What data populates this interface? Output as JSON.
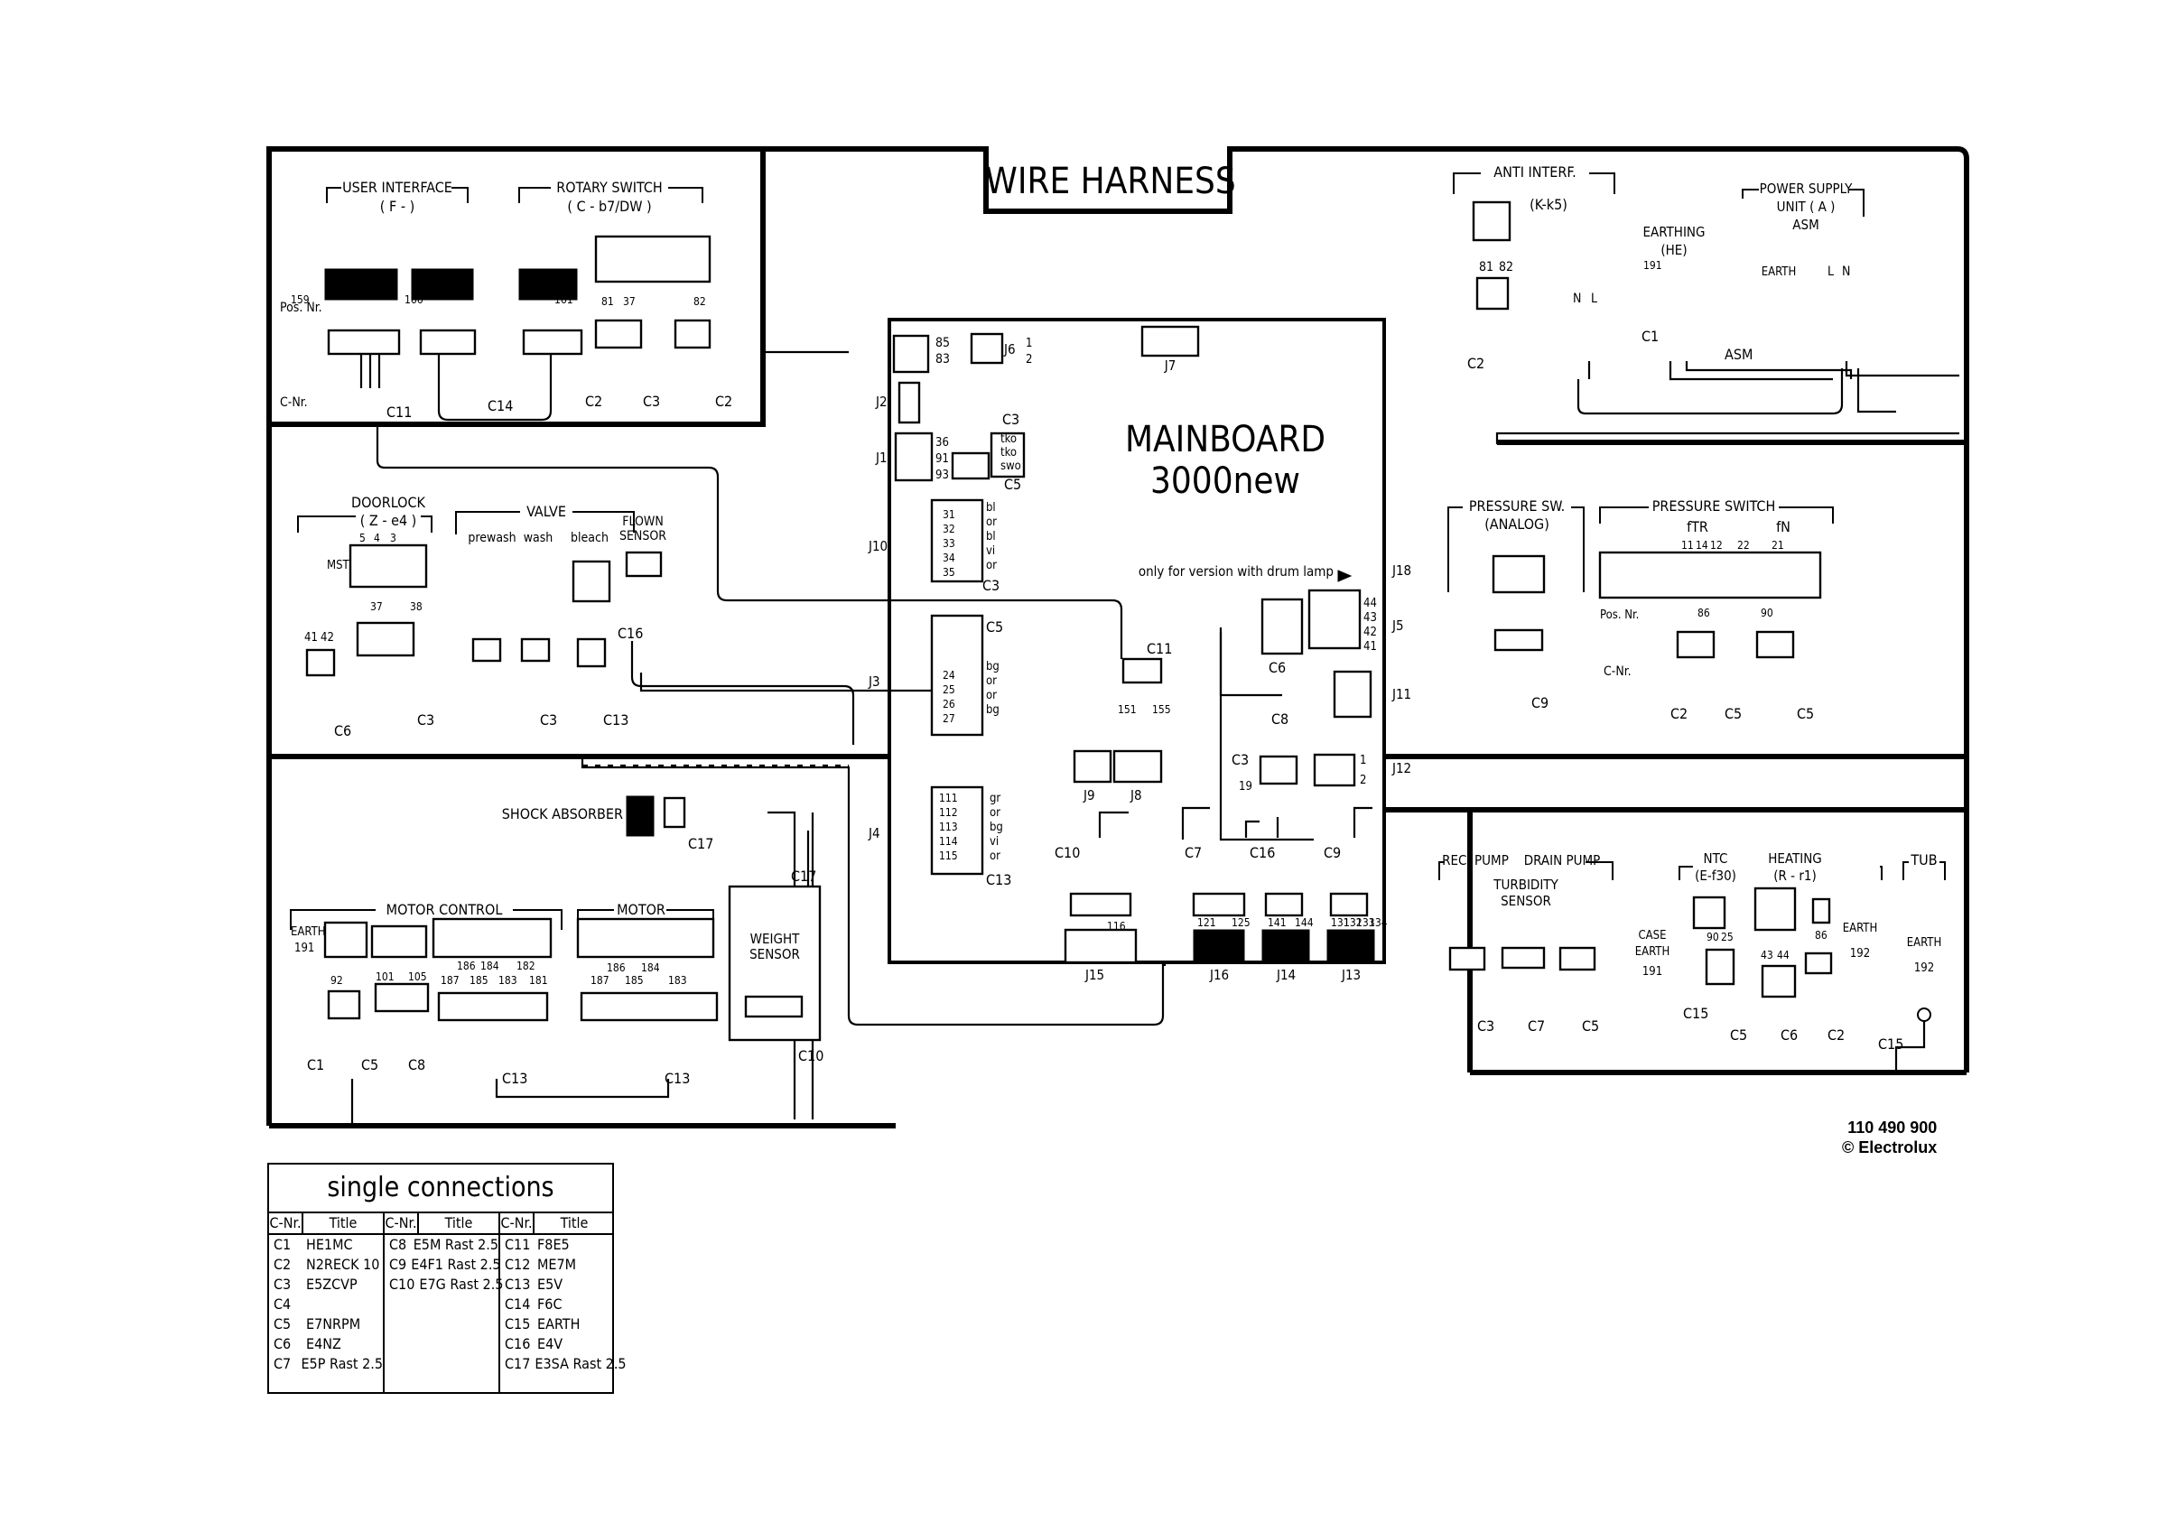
{
  "title": "WIRE HARNESS",
  "mainboard": {
    "name": "MAINBOARD",
    "version": "3000new",
    "drum_lamp_note": "only for version with drum lamp"
  },
  "drawing_number": "110 490 900",
  "copyright": "© Electrolux",
  "blocks": {
    "user_interface": {
      "title": "USER INTERFACE",
      "sub": "( F - )"
    },
    "rotary_switch": {
      "title": "ROTARY SWITCH",
      "sub": "( C - b7/DW )"
    },
    "anti_interf": {
      "title": "ANTI INTERF.",
      "sub": "(K-k5)"
    },
    "earthing": {
      "title": "EARTHING",
      "sub": "(HE)"
    },
    "power_supply": {
      "title": "POWER SUPPLY",
      "sub1": "UNIT ( A )",
      "sub2": "ASM"
    },
    "doorlock": {
      "title": "DOORLOCK",
      "sub": "( Z - e4 )"
    },
    "valve": {
      "title": "VALVE",
      "items": [
        "prewash",
        "wash",
        "bleach"
      ]
    },
    "flown_sensor": {
      "title": "FLOWN",
      "sub": "SENSOR"
    },
    "pressure_sw": {
      "title": "PRESSURE SW.",
      "sub": "(ANALOG)"
    },
    "pressure_switch": {
      "title": "PRESSURE SWITCH",
      "ftr": "fTR",
      "fn": "fN"
    },
    "shock_absorber": {
      "title": "SHOCK ABSORBER"
    },
    "motor_control": {
      "title": "MOTOR CONTROL"
    },
    "motor": {
      "title": "MOTOR"
    },
    "weight_sensor": {
      "title": "WEIGHT",
      "sub": "SENSOR"
    },
    "rec_pump": {
      "title": "REC. PUMP",
      "drain": "DRAIN PUMP",
      "turb1": "TURBIDITY",
      "turb2": "SENSOR"
    },
    "ntc": {
      "title": "NTC",
      "sub": "(E-f30)"
    },
    "heating": {
      "title": "HEATING",
      "sub": "(R - r1)"
    },
    "tub": {
      "title": "TUB"
    }
  },
  "labels": {
    "pos_nr": "Pos. Nr.",
    "c_nr": "C-Nr.",
    "mst": "MST",
    "earth": "EARTH",
    "case": "CASE",
    "asm": "ASM",
    "n": "N",
    "l": "L",
    "c1": "C1",
    "c2": "C2",
    "c3": "C3",
    "c5": "C5",
    "c6": "C6",
    "c7": "C7",
    "c8": "C8",
    "c9": "C9",
    "c10": "C10",
    "c11": "C11",
    "c13": "C13",
    "c14": "C14",
    "c15": "C15",
    "c16": "C16",
    "c17": "C17",
    "j1": "J1",
    "j2": "J2",
    "j3": "J3",
    "j4": "J4",
    "j5": "J5",
    "j6": "J6",
    "j7": "J7",
    "j8": "J8",
    "j9": "J9",
    "j10": "J10",
    "j11": "J11",
    "j12": "J12",
    "j13": "J13",
    "j14": "J14",
    "j15": "J15",
    "j16": "J16",
    "j18": "J18",
    "tko1": "tko",
    "tko2": "tko",
    "swo": "swo",
    "w_bl": "bl",
    "w_or": "or",
    "w_vi": "vi",
    "w_bg": "bg",
    "w_gr": "gr",
    "p1": "1",
    "p2": "2",
    "p19": "19",
    "n85": "85",
    "n83": "83",
    "n36": "36",
    "n91": "91",
    "n93": "93",
    "n31": "31",
    "n32": "32",
    "n33": "33",
    "n34": "34",
    "n35": "35",
    "n24": "24",
    "n25": "25",
    "n26": "26",
    "n27": "27",
    "n111": "111",
    "n112": "112",
    "n113": "113",
    "n114": "114",
    "n115": "115",
    "n44": "44",
    "n43": "43",
    "n42": "42",
    "n41": "41",
    "n151": "151",
    "n155": "155",
    "n116": "116",
    "n121": "121",
    "n125": "125",
    "n141": "141",
    "n144": "144",
    "n131": "131",
    "n132": "132",
    "n133": "133",
    "n134": "134",
    "n181": "181",
    "n182": "182",
    "n183": "183",
    "n184": "184",
    "n185": "185",
    "n186": "186",
    "n187": "187",
    "n191": "191",
    "n192": "192",
    "n92": "92",
    "n101": "101",
    "n105": "105",
    "n81": "81",
    "n82": "82",
    "n37": "37",
    "n5": "5",
    "n4": "4",
    "n3": "3",
    "n38": "38",
    "n11": "11",
    "n14": "14",
    "n12": "12",
    "n22": "22",
    "n21": "21",
    "n86": "86",
    "n90": "90",
    "n166": "166",
    "n161": "161",
    "n159": "159"
  },
  "single_connections": {
    "title": "single connections",
    "headers": {
      "cnr": "C-Nr.",
      "title": "Title"
    },
    "col1": [
      {
        "c": "C1",
        "t": "HE1MC"
      },
      {
        "c": "C2",
        "t": "N2RECK 10"
      },
      {
        "c": "C3",
        "t": "E5ZCVP"
      },
      {
        "c": "C4",
        "t": ""
      },
      {
        "c": "C5",
        "t": "E7NRPM"
      },
      {
        "c": "C6",
        "t": "E4NZ"
      },
      {
        "c": "C7",
        "t": "E5P Rast 2.5"
      }
    ],
    "col2": [
      {
        "c": "C8",
        "t": "E5M Rast 2.5"
      },
      {
        "c": "C9",
        "t": "E4F1 Rast 2.5"
      },
      {
        "c": "C10",
        "t": "E7G Rast 2.5"
      }
    ],
    "col3": [
      {
        "c": "C11",
        "t": "F8E5"
      },
      {
        "c": "C12",
        "t": "ME7M"
      },
      {
        "c": "C13",
        "t": "E5V"
      },
      {
        "c": "C14",
        "t": "F6C"
      },
      {
        "c": "C15",
        "t": "EARTH"
      },
      {
        "c": "C16",
        "t": "E4V"
      },
      {
        "c": "C17",
        "t": "E3SA Rast 2.5"
      }
    ]
  }
}
